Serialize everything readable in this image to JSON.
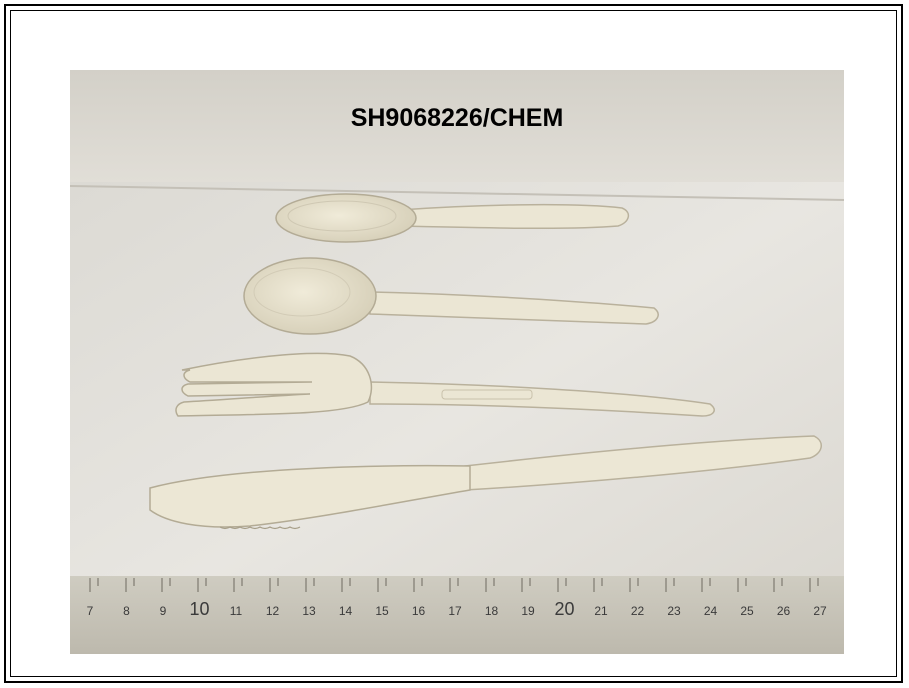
{
  "photo": {
    "label": "SH9068226/CHEM",
    "ruler_numbers": [
      "7",
      "8",
      "9",
      "10",
      "11",
      "12",
      "13",
      "14",
      "15",
      "16",
      "17",
      "18",
      "19",
      "20",
      "21",
      "22",
      "23",
      "24",
      "25",
      "26",
      "27"
    ],
    "objects": [
      "small-spoon",
      "large-spoon",
      "fork",
      "knife",
      "ruler"
    ],
    "colors": {
      "wall": "#dad7cf",
      "table": "#e4e2dc",
      "cutlery": "#e9e3cf",
      "cutlery_shadow": "#bdb5a0",
      "ruler": "#d6d3c8",
      "ruler_text": "#3a3a3a"
    }
  }
}
